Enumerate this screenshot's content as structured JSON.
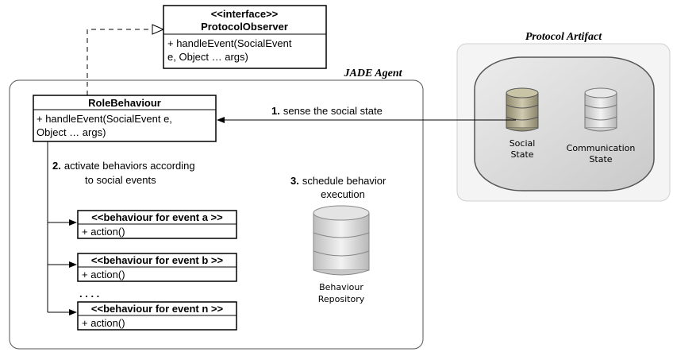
{
  "protocol_observer": {
    "stereotype": "<<interface>>",
    "name": "ProtocolObserver",
    "method_line1": "+ handleEvent(SocialEvent",
    "method_line2": "e, Object … args)"
  },
  "jade_agent": {
    "label": "JADE Agent"
  },
  "role_behaviour": {
    "name": "RoleBehaviour",
    "method_line1": "+ handleEvent(SocialEvent e,",
    "method_line2": "Object … args)"
  },
  "protocol_artifact": {
    "label": "Protocol Artifact",
    "social_state": {
      "line1": "Social",
      "line2": "State"
    },
    "communication_state": {
      "line1": "Communication",
      "line2": "State"
    }
  },
  "steps": {
    "step1": {
      "num": "1.",
      "text": "sense the social state"
    },
    "step2": {
      "num": "2.",
      "line1": "activate behaviors according",
      "line2": "to social events"
    },
    "step3": {
      "num": "3.",
      "line1": "schedule behavior",
      "line2": "execution"
    }
  },
  "behaviours": [
    {
      "name": "<<behaviour for event a >>",
      "method": "+ action()"
    },
    {
      "name": "<<behaviour for event b >>",
      "method": "+ action()"
    },
    {
      "name": "<<behaviour for event n >>",
      "method": "+ action()"
    }
  ],
  "ellipsis": ". . . .",
  "repository": {
    "line1": "Behaviour",
    "line2": "Repository"
  },
  "colors": {
    "social_db_top": "#c6c2a8",
    "social_db_body": "#a9a487",
    "comm_db": "#e2e2e2",
    "repo_db": "#d9d9d9",
    "artifact_bg": "#dcdcdc",
    "artifact_inner": "#e8e8e8"
  }
}
